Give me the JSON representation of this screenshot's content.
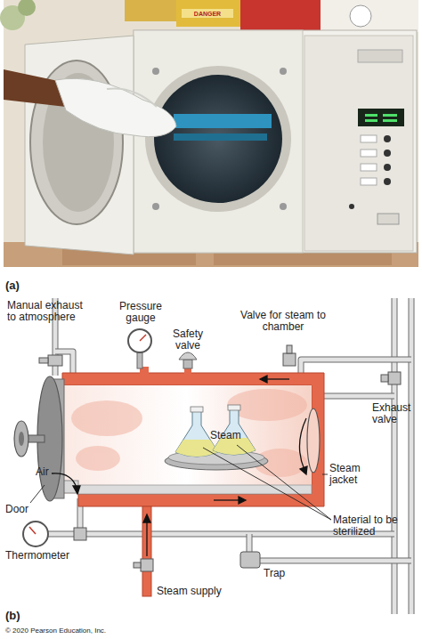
{
  "diagram": {
    "labels": [
      "Manual exhaust to atmosphere",
      "Pressure gauge",
      "Safety valve",
      "Valve for steam to chamber",
      "Exhaust valve",
      "Steam",
      "Air",
      "Door",
      "Steam jacket",
      "Material to be sterilized",
      "Thermometer",
      "Trap",
      "Steam supply",
      "(a)",
      "(b)",
      "© 2020 Pearson Education, Inc.",
      "DANGER"
    ]
  }
}
